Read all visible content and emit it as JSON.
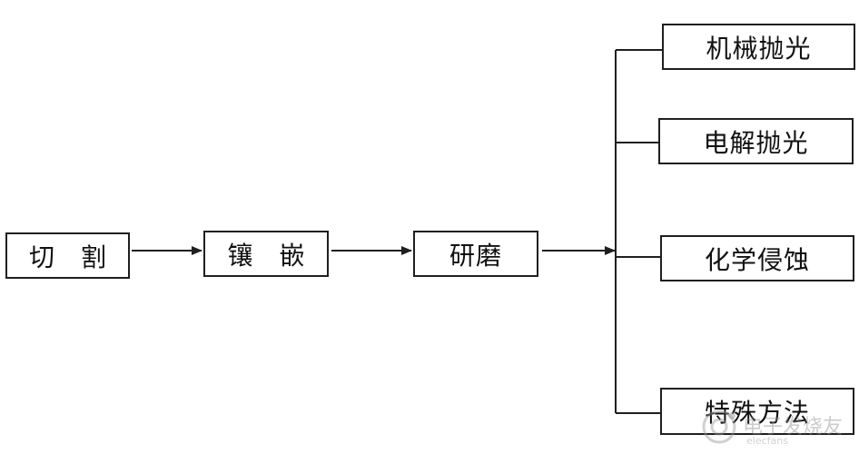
{
  "steps": {
    "cut": "切 割",
    "mount": "镶 嵌",
    "grind": "研磨"
  },
  "polishing_methods": {
    "mechanical": "机械抛光",
    "electrolytic": "电解抛光",
    "chemical": "化学侵蚀",
    "special": "特殊方法"
  },
  "watermark": {
    "text": "电子发烧友",
    "url_fragment": "elecfans"
  },
  "colors": {
    "line": "#1f1f1f",
    "box_border": "#1f1f1f",
    "text": "#111111",
    "background": "#ffffff"
  }
}
